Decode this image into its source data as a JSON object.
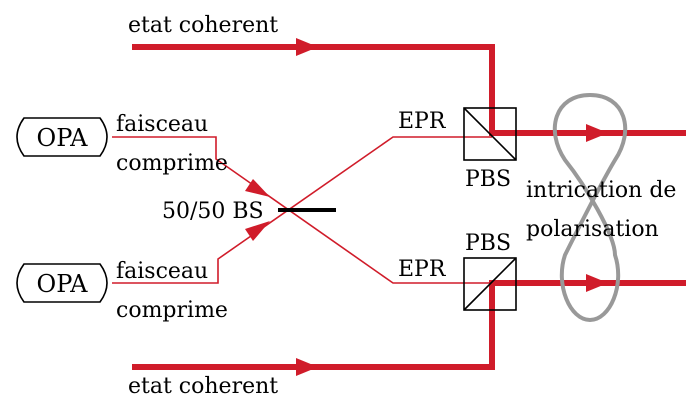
{
  "labels": {
    "coherent_top": "etat coherent",
    "coherent_bottom": "etat coherent",
    "opa_top": "OPA",
    "opa_bottom": "OPA",
    "squeezed_top_line1": "faisceau",
    "squeezed_top_line2": "comprime",
    "squeezed_bottom_line1": "faisceau",
    "squeezed_bottom_line2": "comprime",
    "beamsplitter": "50/50 BS",
    "epr_top": "EPR",
    "epr_bottom": "EPR",
    "pbs_top": "PBS",
    "pbs_bottom": "PBS",
    "entanglement_line1": "intrication de",
    "entanglement_line2": "polarisation"
  },
  "colors": {
    "beam": "#d01c2a",
    "optics": "#000000",
    "entanglement_loop": "#999999"
  }
}
